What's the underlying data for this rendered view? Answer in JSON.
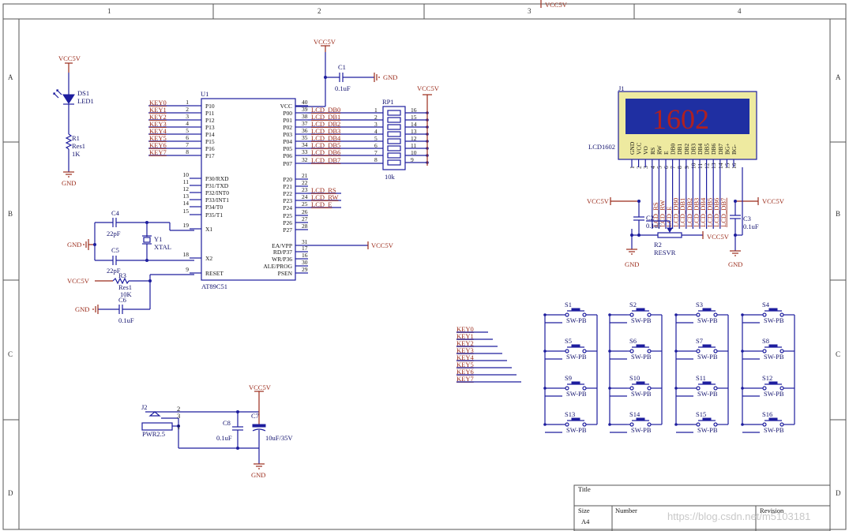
{
  "frame": {
    "columns": [
      "1",
      "2",
      "3",
      "4"
    ],
    "rows": [
      "A",
      "B",
      "C",
      "D"
    ]
  },
  "title_block": {
    "title_label": "Title",
    "size_label": "Size",
    "size_value": "A4",
    "number_label": "Number",
    "revision_label": "Revision"
  },
  "watermark": "https://blog.csdn.net/m5103181",
  "power": {
    "vcc": "VCC5V",
    "gnd": "GND"
  },
  "mcu": {
    "ref": "U1",
    "part": "AT89C51",
    "left_pins": [
      {
        "num": "1",
        "name": "P10",
        "net": "KEY0"
      },
      {
        "num": "2",
        "name": "P11",
        "net": "KEY1"
      },
      {
        "num": "3",
        "name": "P12",
        "net": "KEY2"
      },
      {
        "num": "4",
        "name": "P13",
        "net": "KEY3"
      },
      {
        "num": "5",
        "name": "P14",
        "net": "KEY4"
      },
      {
        "num": "6",
        "name": "P15",
        "net": "KEY5"
      },
      {
        "num": "7",
        "name": "P16",
        "net": "KEY6"
      },
      {
        "num": "8",
        "name": "P17",
        "net": "KEY7"
      },
      {
        "num": "10",
        "name": "P30/RXD",
        "net": ""
      },
      {
        "num": "11",
        "name": "P31/TXD",
        "net": ""
      },
      {
        "num": "12",
        "name": "P32/INT0",
        "net": ""
      },
      {
        "num": "13",
        "name": "P33/INT1",
        "net": ""
      },
      {
        "num": "14",
        "name": "P34/T0",
        "net": ""
      },
      {
        "num": "15",
        "name": "P35/T1",
        "net": ""
      },
      {
        "num": "19",
        "name": "X1",
        "net": ""
      },
      {
        "num": "18",
        "name": "X2",
        "net": ""
      },
      {
        "num": "9",
        "name": "RESET",
        "net": ""
      }
    ],
    "right_pins": [
      {
        "num": "40",
        "name": "VCC",
        "net": ""
      },
      {
        "num": "39",
        "name": "P00",
        "net": "LCD_DB0"
      },
      {
        "num": "38",
        "name": "P01",
        "net": "LCD_DB1"
      },
      {
        "num": "37",
        "name": "P02",
        "net": "LCD_DB2"
      },
      {
        "num": "36",
        "name": "P03",
        "net": "LCD_DB3"
      },
      {
        "num": "35",
        "name": "P04",
        "net": "LCD_DB4"
      },
      {
        "num": "34",
        "name": "P05",
        "net": "LCD_DB5"
      },
      {
        "num": "33",
        "name": "P06",
        "net": "LCD_DB6"
      },
      {
        "num": "32",
        "name": "P07",
        "net": "LCD_DB7"
      },
      {
        "num": "21",
        "name": "P20",
        "net": ""
      },
      {
        "num": "22",
        "name": "P21",
        "net": ""
      },
      {
        "num": "23",
        "name": "P22",
        "net": "LCD_RS"
      },
      {
        "num": "24",
        "name": "P23",
        "net": "LCD_RW"
      },
      {
        "num": "25",
        "name": "P24",
        "net": "LCD_E"
      },
      {
        "num": "26",
        "name": "P25",
        "net": ""
      },
      {
        "num": "27",
        "name": "P26",
        "net": ""
      },
      {
        "num": "28",
        "name": "P27",
        "net": ""
      },
      {
        "num": "31",
        "name": "EA/VPP",
        "net": "VCC5V"
      },
      {
        "num": "17",
        "name": "RD/P37",
        "net": ""
      },
      {
        "num": "16",
        "name": "WR/P36",
        "net": ""
      },
      {
        "num": "30",
        "name": "ALE/PROG",
        "net": ""
      },
      {
        "num": "29",
        "name": "PSEN",
        "net": ""
      }
    ]
  },
  "rpack": {
    "ref": "RP1",
    "value": "10k",
    "left_nums": [
      "1",
      "2",
      "3",
      "4",
      "5",
      "6",
      "7",
      "8"
    ],
    "right_nums": [
      "16",
      "15",
      "14",
      "13",
      "12",
      "11",
      "10",
      "9"
    ]
  },
  "parts": {
    "c1": {
      "ref": "C1",
      "value": "0.1uF"
    },
    "ds1": {
      "ref": "DS1",
      "value": "LED1"
    },
    "r1": {
      "ref": "R1",
      "value": "Res1",
      "val2": "1K"
    },
    "c4": {
      "ref": "C4",
      "value": "22pF"
    },
    "c5": {
      "ref": "C5",
      "value": "22pF"
    },
    "y1": {
      "ref": "Y1",
      "value": "XTAL"
    },
    "r3": {
      "ref": "R3",
      "value": "Res1",
      "val2": "10K"
    },
    "c6": {
      "ref": "C6",
      "value": "0.1uF"
    },
    "j2": {
      "ref": "J2",
      "value": "PWR2.5"
    },
    "c8": {
      "ref": "C8",
      "value": "0.1uF"
    },
    "c7": {
      "ref": "C7",
      "value": "10uF/35V"
    },
    "c2": {
      "ref": "C2",
      "value": "0.1uF"
    },
    "c3": {
      "ref": "C3",
      "value": "0.1uF"
    },
    "r2": {
      "ref": "R2",
      "value": "RESVR"
    }
  },
  "lcd": {
    "ref": "J1",
    "part": "LCD1602",
    "screen_text": "1602",
    "pins": [
      {
        "num": "1",
        "name": "GND",
        "net": ""
      },
      {
        "num": "2",
        "name": "VCC",
        "net": ""
      },
      {
        "num": "3",
        "name": "VO",
        "net": ""
      },
      {
        "num": "4",
        "name": "RS",
        "net": "LCD_RS"
      },
      {
        "num": "5",
        "name": "RW",
        "net": "LCD_RW"
      },
      {
        "num": "6",
        "name": "E",
        "net": "LCD_E"
      },
      {
        "num": "7",
        "name": "DB0",
        "net": "LCD_DB0"
      },
      {
        "num": "8",
        "name": "DB1",
        "net": "LCD_DB1"
      },
      {
        "num": "9",
        "name": "DB2",
        "net": "LCD_DB2"
      },
      {
        "num": "10",
        "name": "DB3",
        "net": "LCD_DB3"
      },
      {
        "num": "11",
        "name": "DB4",
        "net": "LCD_DB4"
      },
      {
        "num": "12",
        "name": "DB5",
        "net": "LCD_DB5"
      },
      {
        "num": "13",
        "name": "DB6",
        "net": "LCD_DB6"
      },
      {
        "num": "14",
        "name": "DB7",
        "net": "LCD_DB7"
      },
      {
        "num": "15",
        "name": "BG+",
        "net": ""
      },
      {
        "num": "16",
        "name": "BG-",
        "net": ""
      }
    ]
  },
  "keypad": {
    "row_nets": [
      "KEY0",
      "KEY1",
      "KEY2",
      "KEY3",
      "KEY4",
      "KEY5",
      "KEY6",
      "KEY7"
    ],
    "switch_value": "SW-PB",
    "switches": [
      "S1",
      "S2",
      "S3",
      "S4",
      "S5",
      "S6",
      "S7",
      "S8",
      "S9",
      "S10",
      "S11",
      "S12",
      "S13",
      "S14",
      "S15",
      "S16"
    ]
  }
}
